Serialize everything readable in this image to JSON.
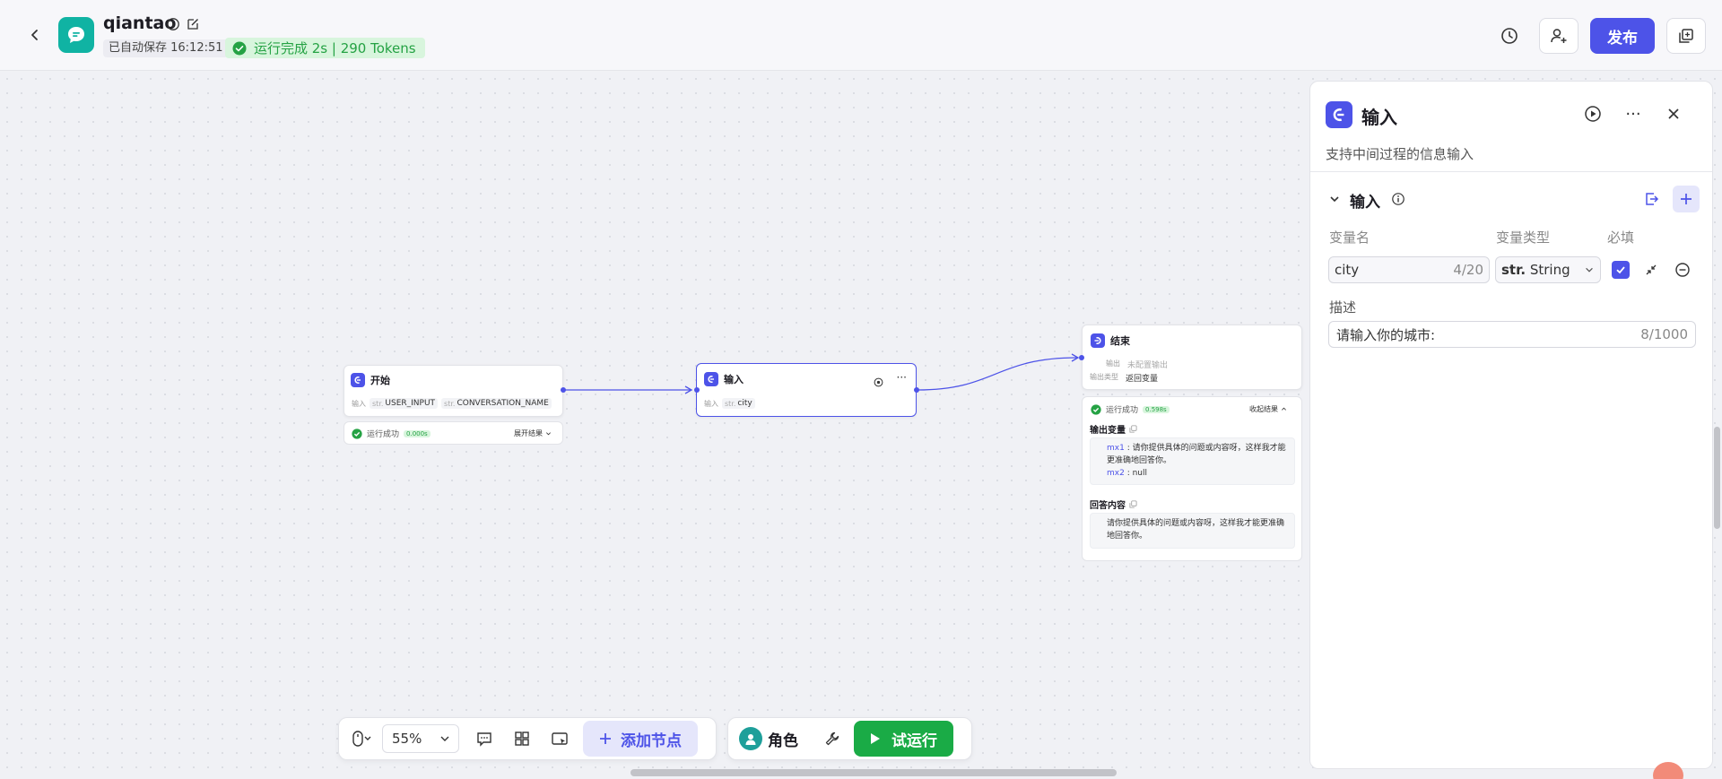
{
  "header": {
    "app_name": "qiantao",
    "autosave": "已自动保存 16:12:51",
    "run_status": "运行完成 2s | 290 Tokens",
    "publish_label": "发布"
  },
  "canvas": {
    "start_node": {
      "title": "开始",
      "input_label": "输入",
      "params": [
        {
          "type": "str.",
          "name": "USER_INPUT"
        },
        {
          "type": "str.",
          "name": "CONVERSATION_NAME"
        }
      ],
      "result_status": "运行成功",
      "result_time": "0.000s",
      "expand_label": "展开结果"
    },
    "input_node": {
      "title": "输入",
      "input_label": "输入",
      "param_type": "str.",
      "param_name": "city"
    },
    "end_node": {
      "title": "结束",
      "output_label": "输出",
      "output_value": "未配置输出",
      "output_type_label": "输出类型",
      "output_type_value": "返回变量",
      "result_status": "运行成功",
      "result_time": "0.598s",
      "collapse_label": "收起结果",
      "output_vars_title": "输出变量",
      "mx1_key": "mx1",
      "mx1_value": "请你提供具体的问题或内容呀，这样我才能更准确地回答你。",
      "mx2_key": "mx2",
      "mx2_value": "null",
      "answer_title": "回答内容",
      "answer_value": "请你提供具体的问题或内容呀，这样我才能更准确地回答你。"
    }
  },
  "toolbar": {
    "zoom": "55%",
    "add_node_label": "添加节点",
    "role_label": "角色",
    "test_run_label": "试运行"
  },
  "panel": {
    "title": "输入",
    "description": "支持中间过程的信息输入",
    "section_title": "输入",
    "col_name": "变量名",
    "col_type": "变量类型",
    "col_required": "必填",
    "var_name": "city",
    "var_name_count": "4/20",
    "var_type_prefix": "str.",
    "var_type": "String",
    "desc_label": "描述",
    "desc_value": "请输入你的城市:",
    "desc_count": "8/1000"
  },
  "colors": {
    "accent": "#4d53e8",
    "success": "#25a244",
    "run_button": "#1aab46",
    "app_logo": "#10b3a3"
  }
}
